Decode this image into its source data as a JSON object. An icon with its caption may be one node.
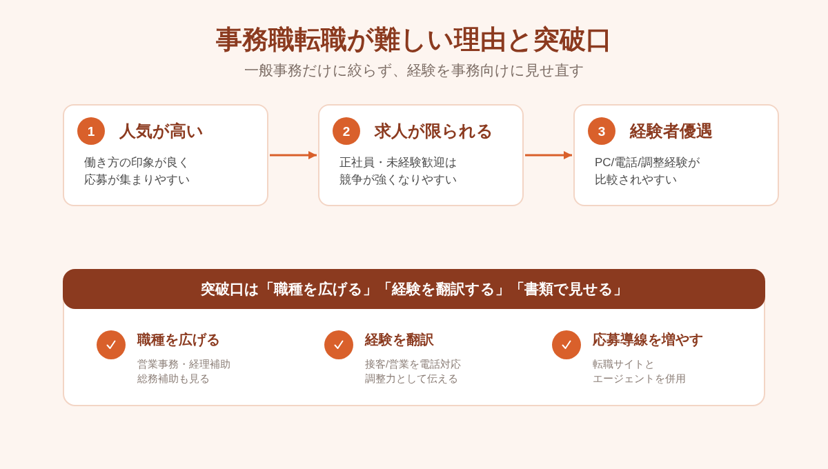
{
  "diagram": {
    "title": "事務職転職が難しい理由と突破口",
    "nodes": [
      {
        "text": [
          "1",
          "人気が高い",
          "働き方の印象が良く応募が集まりやすい"
        ]
      },
      {
        "text": [
          "2",
          "求人が限られる",
          "正社員・未経験歓迎は競争が強くなりやすい"
        ]
      },
      {
        "text": [
          "3",
          "経験者優遇",
          "PC/電話/調整経験が比較されやすい"
        ]
      },
      {
        "text": [
          "突破口は「職種を広げる」「経験を翻訳する」「書類で見せる」"
        ]
      },
      {
        "text": [
          "職種を広げる",
          "営業事務・経理補助総務補助も見る"
        ],
        "in": 3
      },
      {
        "text": [
          "経験を翻訳",
          "接客/営業を電話対応調整力として伝える"
        ],
        "in": 3
      },
      {
        "text": [
          "応募導線を増やす",
          "転職サイトとエージェントを併用"
        ],
        "in": 3
      }
    ],
    "edges": [
      {
        "from": 0,
        "to": 1,
        "arrow": "to"
      },
      {
        "from": 1,
        "to": 2,
        "arrow": "to"
      }
    ],
    "labels": [
      "一般事務だけに絞らず、経験を事務向けに見せ直す"
    ]
  }
}
